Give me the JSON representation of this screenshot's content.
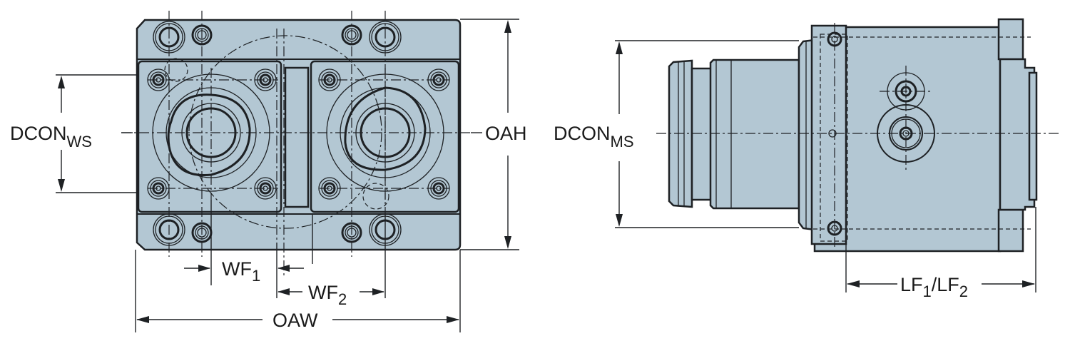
{
  "drawing": {
    "front_view": {
      "labels": {
        "dcon_ws_main": "DCON",
        "dcon_ws_sub": "WS",
        "oah": "OAH",
        "oaw": "OAW",
        "wf1_main": "WF",
        "wf1_sub": "1",
        "wf2_main": "WF",
        "wf2_sub": "2"
      }
    },
    "side_view": {
      "labels": {
        "dcon_ms_main": "DCON",
        "dcon_ms_sub": "MS",
        "lf_main1": "LF",
        "lf_sub1": "1",
        "lf_slash": "/LF",
        "lf_sub2": "2"
      }
    },
    "colors": {
      "part_fill": "#b3c7d3",
      "line": "#1e2124"
    }
  }
}
